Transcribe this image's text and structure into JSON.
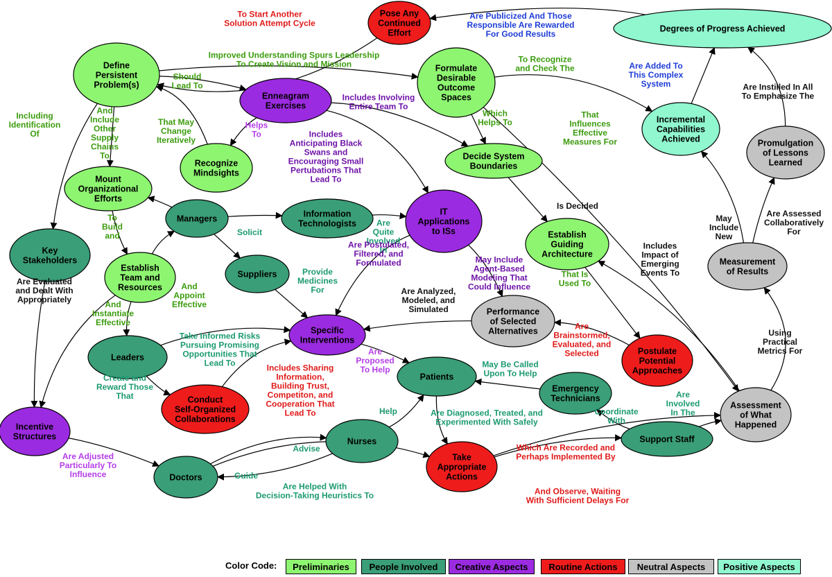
{
  "colors": {
    "preliminaries": "#8ef571",
    "people": "#3a9e78",
    "creative": "#9b2be0",
    "routine": "#ef1c1c",
    "neutral": "#c3c3c3",
    "positive": "#90f7cf"
  },
  "label_colors": {
    "green": "#3c9c0e",
    "teal": "#1c9a72",
    "purple": "#6f14a8",
    "red": "#e01a1a",
    "blue": "#1f3ed6",
    "black": "#111111",
    "magenta": "#b53ee8"
  },
  "nodes": [
    {
      "id": "pose",
      "lines": [
        "Pose Any",
        "Continued",
        "Effort"
      ],
      "cat": "routine"
    },
    {
      "id": "degrees",
      "lines": [
        "Degrees of Progress Achieved"
      ],
      "cat": "positive"
    },
    {
      "id": "define",
      "lines": [
        "Define",
        "Persistent",
        "Problem(s)"
      ],
      "cat": "preliminaries"
    },
    {
      "id": "formulate",
      "lines": [
        "Formulate",
        "Desirable",
        "Outcome",
        "Spaces"
      ],
      "cat": "preliminaries"
    },
    {
      "id": "ennea",
      "lines": [
        "Enneagram",
        "Exercises"
      ],
      "cat": "creative"
    },
    {
      "id": "incremental",
      "lines": [
        "Incremental",
        "Capabilities",
        "Achieved"
      ],
      "cat": "positive"
    },
    {
      "id": "promulgation",
      "lines": [
        "Promulgation",
        "of Lessons",
        "Learned"
      ],
      "cat": "neutral"
    },
    {
      "id": "decide",
      "lines": [
        "Decide System",
        "Boundaries"
      ],
      "cat": "preliminaries"
    },
    {
      "id": "mindsights",
      "lines": [
        "Recognize",
        "Mindsights"
      ],
      "cat": "preliminaries"
    },
    {
      "id": "mount",
      "lines": [
        "Mount",
        "Organizational",
        "Efforts"
      ],
      "cat": "preliminaries"
    },
    {
      "id": "managers",
      "lines": [
        "Managers"
      ],
      "cat": "people"
    },
    {
      "id": "infotech",
      "lines": [
        "Information",
        "Technologists"
      ],
      "cat": "people"
    },
    {
      "id": "itapps",
      "lines": [
        "IT",
        "Applications",
        "to ISs"
      ],
      "cat": "creative"
    },
    {
      "id": "guiding",
      "lines": [
        "Establish",
        "Guiding",
        "Architecture"
      ],
      "cat": "preliminaries"
    },
    {
      "id": "measurement",
      "lines": [
        "Measurement",
        "of Results"
      ],
      "cat": "neutral"
    },
    {
      "id": "keystake",
      "lines": [
        "Key",
        "Stakeholders"
      ],
      "cat": "people"
    },
    {
      "id": "team",
      "lines": [
        "Establish",
        "Team and",
        "Resources"
      ],
      "cat": "preliminaries"
    },
    {
      "id": "suppliers",
      "lines": [
        "Suppliers"
      ],
      "cat": "people"
    },
    {
      "id": "perf",
      "lines": [
        "Performance",
        "of Selected",
        "Alternatives"
      ],
      "cat": "neutral"
    },
    {
      "id": "specific",
      "lines": [
        "Specific",
        "Interventions"
      ],
      "cat": "creative"
    },
    {
      "id": "leaders",
      "lines": [
        "Leaders"
      ],
      "cat": "people"
    },
    {
      "id": "postulate",
      "lines": [
        "Postulate",
        "Potential",
        "Approaches"
      ],
      "cat": "routine"
    },
    {
      "id": "patients",
      "lines": [
        "Patients"
      ],
      "cat": "people"
    },
    {
      "id": "emergency",
      "lines": [
        "Emergency",
        "Technicians"
      ],
      "cat": "people"
    },
    {
      "id": "conduct",
      "lines": [
        "Conduct",
        "Self-Organized",
        "Collaborations"
      ],
      "cat": "routine"
    },
    {
      "id": "assessment",
      "lines": [
        "Assessment",
        "of What",
        "Happened"
      ],
      "cat": "neutral"
    },
    {
      "id": "incentive",
      "lines": [
        "Incentive",
        "Structures"
      ],
      "cat": "creative"
    },
    {
      "id": "nurses",
      "lines": [
        "Nurses"
      ],
      "cat": "people"
    },
    {
      "id": "support",
      "lines": [
        "Support Staff"
      ],
      "cat": "people"
    },
    {
      "id": "take",
      "lines": [
        "Take",
        "Appropriate",
        "Actions"
      ],
      "cat": "routine"
    },
    {
      "id": "doctors",
      "lines": [
        "Doctors"
      ],
      "cat": "people"
    }
  ],
  "edges": [
    {
      "from": "pose",
      "to": "define",
      "label": [
        "To Start Another",
        "Solution Attempt Cycle"
      ],
      "color": "red"
    },
    {
      "from": "degrees",
      "to": "pose",
      "label": [
        "Are Publicized And Those",
        "Responsible Are Rewarded",
        "For Good Results"
      ],
      "color": "blue"
    },
    {
      "from": "define",
      "to": "formulate",
      "label": [
        "Improved Understanding Spurs Leadership",
        "To Create Vision and Mission"
      ],
      "color": "green"
    },
    {
      "from": "define",
      "to": "ennea",
      "label": [
        "Should",
        "Lead To"
      ],
      "color": "green"
    },
    {
      "from": "define",
      "to": "keystake",
      "label": [
        "Including",
        "Identification",
        "Of"
      ],
      "color": "green"
    },
    {
      "from": "define",
      "to": "mount",
      "label": [
        "And",
        "Include",
        "Other",
        "Supply",
        "Chains",
        "To"
      ],
      "color": "green"
    },
    {
      "from": "mindsights",
      "to": "define",
      "label": [
        "That May",
        "Change",
        "Iteratively"
      ],
      "color": "green"
    },
    {
      "from": "ennea",
      "to": "decide",
      "label": [
        "Includes Involving",
        "Entire Team To"
      ],
      "color": "purple"
    },
    {
      "from": "ennea",
      "to": "mindsights",
      "label": [
        "Helps",
        "To"
      ],
      "color": "magenta"
    },
    {
      "from": "ennea",
      "to": "itapps",
      "label": [
        "Includes",
        "Anticipating Black",
        "Swans and",
        "Encouraging Small",
        "Pertubations That",
        "Lead To"
      ],
      "color": "purple"
    },
    {
      "from": "formulate",
      "to": "incremental",
      "label": [
        "To Recognize",
        "and Check The"
      ],
      "color": "green"
    },
    {
      "from": "formulate",
      "to": "decide",
      "label": [
        "Which",
        "Helps To"
      ],
      "color": "green"
    },
    {
      "from": "formulate",
      "to": "assessment",
      "label": [
        "That",
        "Influences",
        "Effective",
        "Measures For"
      ],
      "color": "green"
    },
    {
      "from": "incremental",
      "to": "degrees",
      "label": [
        "Are Added To",
        "This Complex",
        "System"
      ],
      "color": "blue"
    },
    {
      "from": "promulgation",
      "to": "degrees",
      "label": [
        "Are Instilled In All",
        "To Emphasize The"
      ],
      "color": "black"
    },
    {
      "from": "measurement",
      "to": "incremental",
      "label": [
        "May",
        "Include",
        "New"
      ],
      "color": "black"
    },
    {
      "from": "measurement",
      "to": "promulgation",
      "label": [
        "Are Assessed",
        "Collaboratively",
        "For"
      ],
      "color": "black"
    },
    {
      "from": "decide",
      "to": "guiding",
      "label": [
        "Is Decided"
      ],
      "color": "black"
    },
    {
      "from": "guiding",
      "to": "postulate",
      "label": [
        "That Is",
        "Used To"
      ],
      "color": "green"
    },
    {
      "from": "assessment",
      "to": "guiding",
      "label": [
        "Includes",
        "Impact of",
        "Emerging",
        "Events To"
      ],
      "color": "black"
    },
    {
      "from": "assessment",
      "to": "measurement",
      "label": [
        "Using",
        "Practical",
        "Metrics For"
      ],
      "color": "black"
    },
    {
      "from": "managers",
      "to": "mount",
      "label": [],
      "color": "black"
    },
    {
      "from": "managers",
      "to": "infotech",
      "label": [],
      "color": "black"
    },
    {
      "from": "managers",
      "to": "suppliers",
      "label": [
        "Solicit"
      ],
      "color": "teal"
    },
    {
      "from": "infotech",
      "to": "itapps",
      "label": [
        "Are",
        "Quite",
        "Involved",
        "In"
      ],
      "color": "teal"
    },
    {
      "from": "itapps",
      "to": "specific",
      "label": [
        "Are Postulated,",
        "Filtered, and",
        "Formulated"
      ],
      "color": "purple"
    },
    {
      "from": "itapps",
      "to": "perf",
      "label": [
        "May Include",
        "Agent-Based",
        "Modeling That",
        "Could Influence"
      ],
      "color": "purple"
    },
    {
      "from": "mount",
      "to": "team",
      "label": [
        "To",
        "Build",
        "and"
      ],
      "color": "green"
    },
    {
      "from": "team",
      "to": "managers",
      "label": [
        "And",
        "Appoint",
        "Effective"
      ],
      "color": "green"
    },
    {
      "from": "team",
      "to": "leaders",
      "label": [
        "And",
        "Instantiate",
        "Effective"
      ],
      "color": "green"
    },
    {
      "from": "keystake",
      "to": "incentive",
      "label": [
        "Are Evaluated",
        "and Dealt With",
        "Appropriately"
      ],
      "color": "black"
    },
    {
      "from": "team",
      "to": "incentive",
      "label": [],
      "color": "black"
    },
    {
      "from": "suppliers",
      "to": "specific",
      "label": [
        "Provide",
        "Medicines",
        "For"
      ],
      "color": "teal"
    },
    {
      "from": "perf",
      "to": "specific",
      "label": [
        "Are Analyzed,",
        "Modeled, and",
        "Simulated"
      ],
      "color": "black"
    },
    {
      "from": "postulate",
      "to": "perf",
      "label": [
        "Are",
        "Brainstormed,",
        "Evaluated, and",
        "Selected"
      ],
      "color": "red"
    },
    {
      "from": "leaders",
      "to": "specific",
      "label": [
        "Take Informed Risks",
        "Pursuing Promising",
        "Opportunities That",
        "Lead To"
      ],
      "color": "teal"
    },
    {
      "from": "leaders",
      "to": "conduct",
      "label": [
        "Create and",
        "Reward Those",
        "That"
      ],
      "color": "teal"
    },
    {
      "from": "conduct",
      "to": "specific",
      "label": [
        "Includes Sharing",
        "Information,",
        "Building Trust,",
        "Competiton, and",
        "Cooperation That",
        "Lead To"
      ],
      "color": "red"
    },
    {
      "from": "specific",
      "to": "patients",
      "label": [
        "Are",
        "Proposed",
        "To Help"
      ],
      "color": "magenta"
    },
    {
      "from": "emergency",
      "to": "patients",
      "label": [
        "May Be Called",
        "Upon To Help"
      ],
      "color": "teal"
    },
    {
      "from": "patients",
      "to": "take",
      "label": [
        "Are Diagnosed, Treated, and",
        "Experimented With Safely"
      ],
      "color": "teal"
    },
    {
      "from": "nurses",
      "to": "patients",
      "label": [
        "Help"
      ],
      "color": "teal"
    },
    {
      "from": "support",
      "to": "emergency",
      "label": [
        "Coordinate",
        "With"
      ],
      "color": "teal"
    },
    {
      "from": "support",
      "to": "assessment",
      "label": [
        "Are",
        "Involved",
        "In The"
      ],
      "color": "teal"
    },
    {
      "from": "take",
      "to": "support",
      "label": [
        "Which Are Recorded and",
        "Perhaps Implemented By"
      ],
      "color": "red"
    },
    {
      "from": "take",
      "to": "assessment",
      "label": [
        "And Observe, Waiting",
        "With Sufficient Delays For"
      ],
      "color": "red"
    },
    {
      "from": "incentive",
      "to": "doctors",
      "label": [
        "Are Adjusted",
        "Particularly To",
        "Influence"
      ],
      "color": "magenta"
    },
    {
      "from": "nurses",
      "to": "doctors",
      "label": [
        "Advise"
      ],
      "color": "teal"
    },
    {
      "from": "doctors",
      "to": "nurses",
      "label": [
        "Guide"
      ],
      "color": "teal"
    },
    {
      "from": "doctors",
      "to": "take",
      "label": [
        "Are Helped With",
        "Decision-Taking Heuristics To"
      ],
      "color": "teal"
    }
  ],
  "legend": {
    "title": "Color Code:",
    "items": [
      {
        "label": "Preliminaries",
        "cat": "preliminaries"
      },
      {
        "label": "People Involved",
        "cat": "people"
      },
      {
        "label": "Creative Aspects",
        "cat": "creative"
      },
      {
        "label": "Routine Actions",
        "cat": "routine"
      },
      {
        "label": "Neutral Aspects",
        "cat": "neutral"
      },
      {
        "label": "Positive Aspects",
        "cat": "positive"
      }
    ]
  }
}
